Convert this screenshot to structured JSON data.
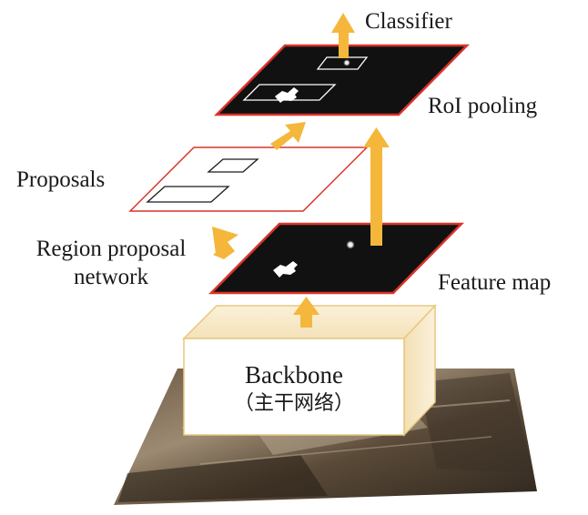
{
  "labels": {
    "classifier": "Classifier",
    "roi_pooling": "RoI pooling",
    "proposals": "Proposals",
    "region_proposal_line1": "Region proposal",
    "region_proposal_line2": "network",
    "feature_map": "Feature map",
    "backbone": "Backbone",
    "backbone_cn": "（主干网络）"
  },
  "colors": {
    "arrow": "#f5b73b",
    "plane_border": "#d9342b",
    "plane_fill_dark": "#111111",
    "box_face": "#ffffff",
    "box_side": "#f6e7c6",
    "box_edge": "#e8c77e"
  }
}
